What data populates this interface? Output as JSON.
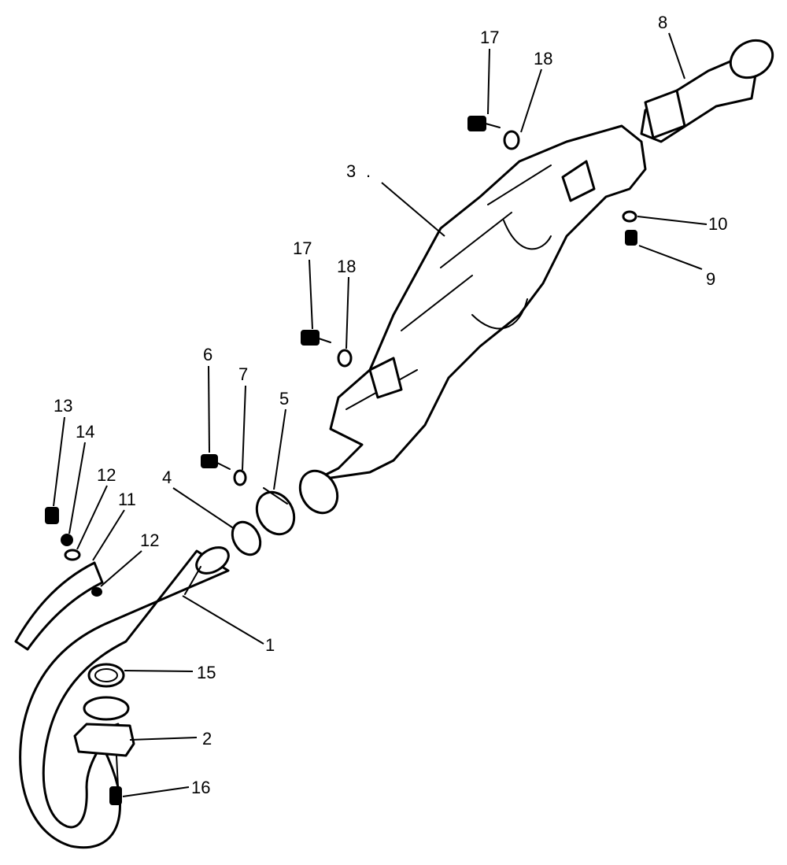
{
  "diagram": {
    "callouts": [
      {
        "id": "c17a",
        "text": "17"
      },
      {
        "id": "c18a",
        "text": "18"
      },
      {
        "id": "c8",
        "text": "8"
      },
      {
        "id": "c3",
        "text": "3"
      },
      {
        "id": "c3dot",
        "text": "."
      },
      {
        "id": "c10",
        "text": "10"
      },
      {
        "id": "c9",
        "text": "9"
      },
      {
        "id": "c17b",
        "text": "17"
      },
      {
        "id": "c18b",
        "text": "18"
      },
      {
        "id": "c6",
        "text": "6"
      },
      {
        "id": "c7",
        "text": "7"
      },
      {
        "id": "c5",
        "text": "5"
      },
      {
        "id": "c4",
        "text": "4"
      },
      {
        "id": "c13",
        "text": "13"
      },
      {
        "id": "c14",
        "text": "14"
      },
      {
        "id": "c12a",
        "text": "12"
      },
      {
        "id": "c11",
        "text": "11"
      },
      {
        "id": "c12b",
        "text": "12"
      },
      {
        "id": "c1",
        "text": "1"
      },
      {
        "id": "c15",
        "text": "15"
      },
      {
        "id": "c2",
        "text": "2"
      },
      {
        "id": "c16",
        "text": "16"
      }
    ]
  }
}
